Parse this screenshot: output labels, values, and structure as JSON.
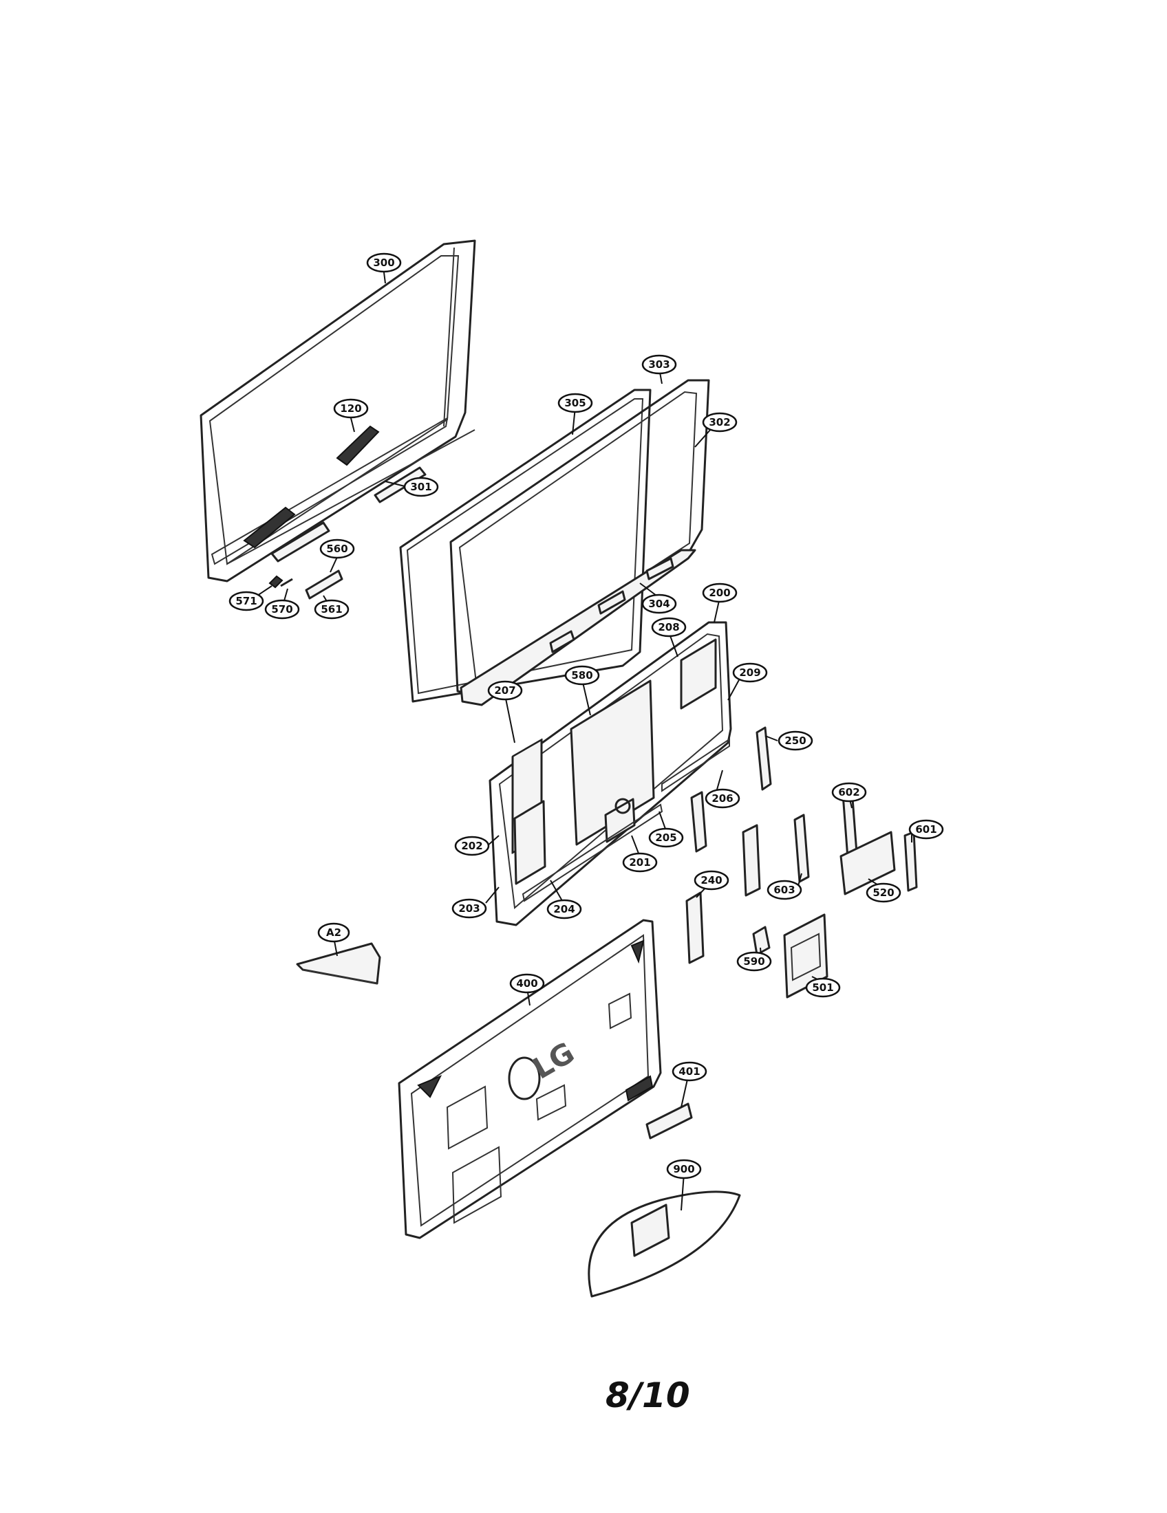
{
  "page_number": "8/10",
  "logo_text": "LG",
  "callouts": [
    {
      "id": "c300",
      "label": "300"
    },
    {
      "id": "c120",
      "label": "120"
    },
    {
      "id": "c301",
      "label": "301"
    },
    {
      "id": "c560",
      "label": "560"
    },
    {
      "id": "c571",
      "label": "571"
    },
    {
      "id": "c570",
      "label": "570"
    },
    {
      "id": "c561",
      "label": "561"
    },
    {
      "id": "c303",
      "label": "303"
    },
    {
      "id": "c305",
      "label": "305"
    },
    {
      "id": "c302",
      "label": "302"
    },
    {
      "id": "c304",
      "label": "304"
    },
    {
      "id": "c200",
      "label": "200"
    },
    {
      "id": "c208",
      "label": "208"
    },
    {
      "id": "c209",
      "label": "209"
    },
    {
      "id": "c580",
      "label": "580"
    },
    {
      "id": "c207",
      "label": "207"
    },
    {
      "id": "c250",
      "label": "250"
    },
    {
      "id": "c206",
      "label": "206"
    },
    {
      "id": "c602",
      "label": "602"
    },
    {
      "id": "c601",
      "label": "601"
    },
    {
      "id": "c202",
      "label": "202"
    },
    {
      "id": "c205",
      "label": "205"
    },
    {
      "id": "c201",
      "label": "201"
    },
    {
      "id": "c603",
      "label": "603"
    },
    {
      "id": "c520",
      "label": "520"
    },
    {
      "id": "c240",
      "label": "240"
    },
    {
      "id": "c203",
      "label": "203"
    },
    {
      "id": "c204",
      "label": "204"
    },
    {
      "id": "cA2",
      "label": "A2"
    },
    {
      "id": "c590",
      "label": "590"
    },
    {
      "id": "c501",
      "label": "501"
    },
    {
      "id": "c400",
      "label": "400"
    },
    {
      "id": "c401",
      "label": "401"
    },
    {
      "id": "c900",
      "label": "900"
    }
  ]
}
